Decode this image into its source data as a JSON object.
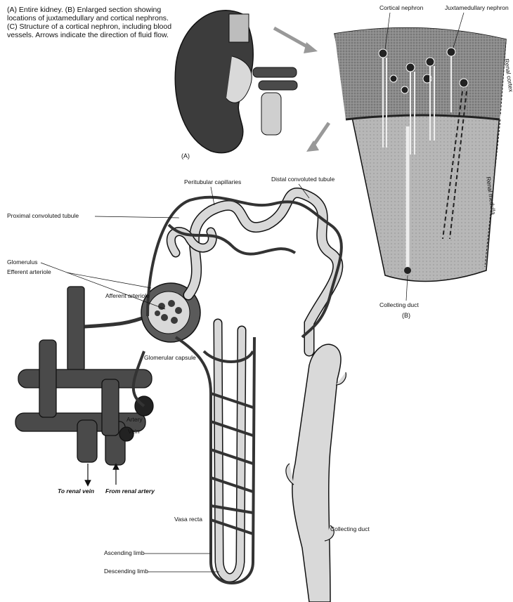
{
  "caption": "(A) Entire kidney. (B) Enlarged section showing locations of juxtamedullary and cortical nephrons. (C) Structure of a cortical nephron, including blood vessels. Arrows indicate the direction of fluid flow.",
  "panels": {
    "a": "(A)",
    "b": "(B)"
  },
  "labels": {
    "cortical_nephron": "Cortical nephron",
    "juxtamedullary_nephron": "Juxtamedullary nephron",
    "cortex": "Renal cortex",
    "medulla": "Renal medulla",
    "collecting_duct_b": "Collecting duct",
    "peritubular_capillaries": "Peritubular capillaries",
    "distal_tubule": "Distal convoluted tubule",
    "proximal_tubule": "Proximal convoluted tubule",
    "glomerulus": "Glomerulus",
    "efferent_arteriole": "Efferent arteriole",
    "afferent_arteriole": "Afferent arteriole",
    "glomerular_capsule": "Glomerular capsule",
    "artery": "Artery",
    "vein": "Vein",
    "to_renal_vein": "To renal vein",
    "from_renal_artery": "From renal artery",
    "vasa_recta": "Vasa recta",
    "ascending_limb": "Ascending limb",
    "descending_limb": "Descending limb",
    "collecting_duct_c": "Collecting duct"
  },
  "colors": {
    "tissue_dark": "#3a3a3a",
    "tissue_mid": "#8a8a8a",
    "tubule_light": "#d6d6d6",
    "outline": "#111111"
  }
}
